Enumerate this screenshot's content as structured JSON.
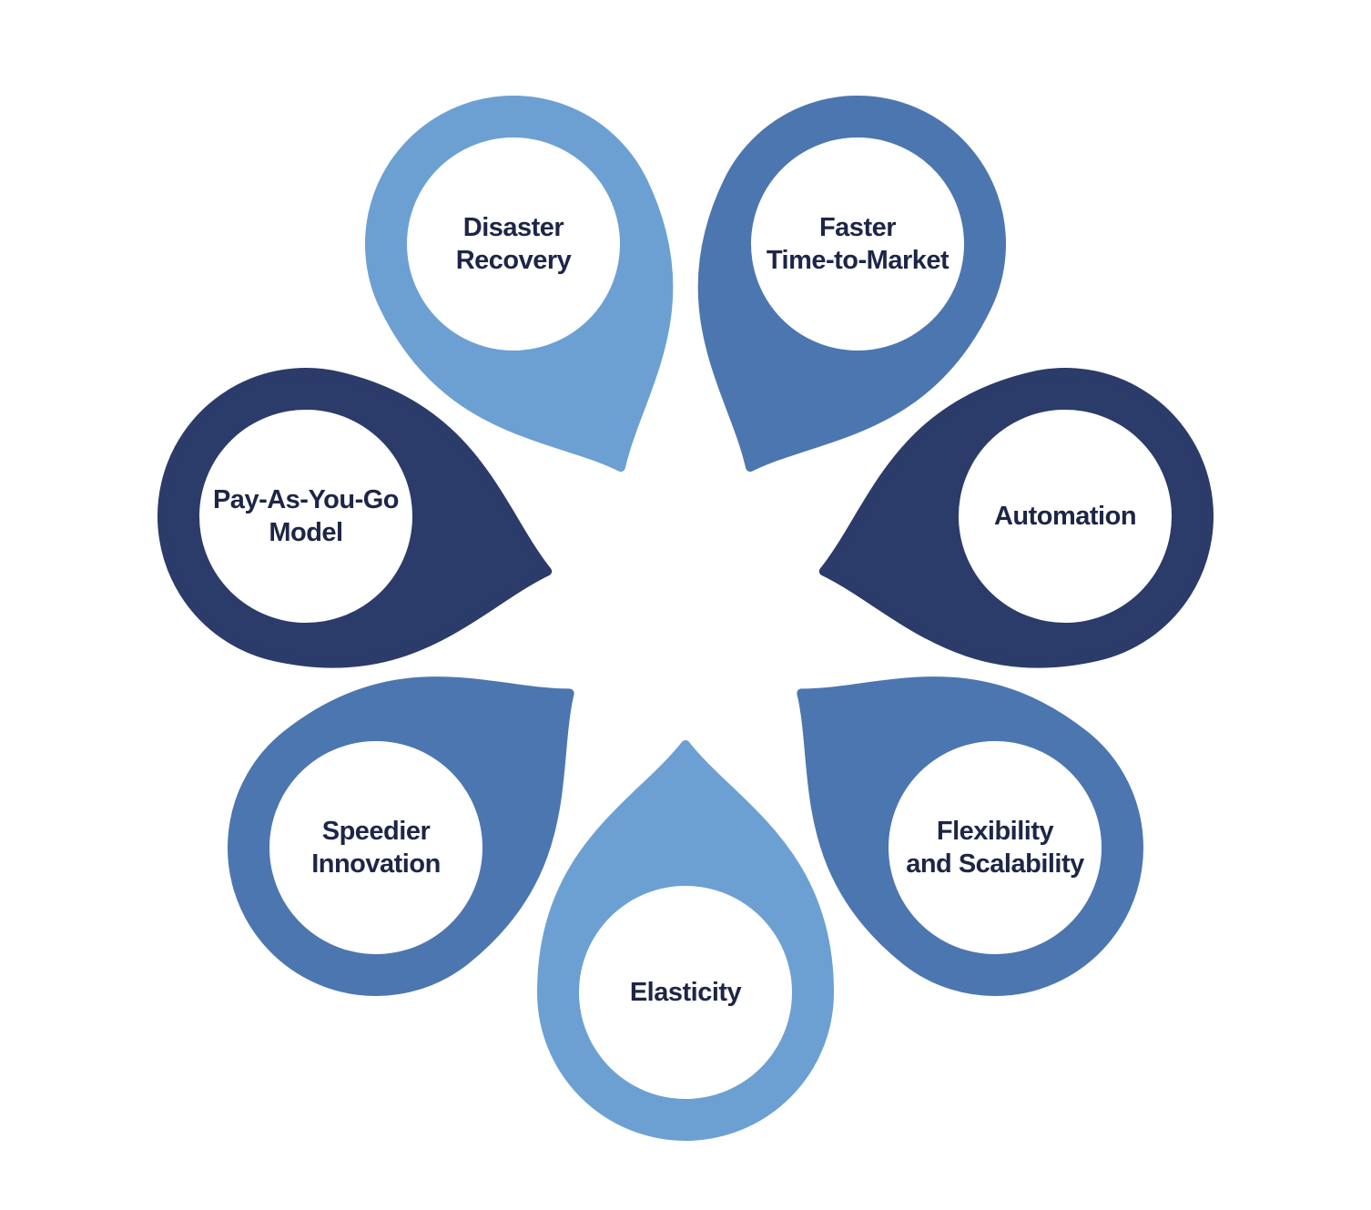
{
  "diagram": {
    "type": "radial-teardrop-pin-diagram",
    "background": "#FFFFFF",
    "label_color": "#1D2647",
    "palette": {
      "light_blue": "#6CA0D3",
      "medium_blue": "#4C76B0",
      "dark_navy": "#2B3B6A"
    },
    "pins": [
      {
        "id": "disaster-recovery",
        "label": "Disaster\nRecovery",
        "color": "#6CA0D3"
      },
      {
        "id": "faster-time-to-market",
        "label": "Faster\nTime-to-Market",
        "color": "#4C76B0"
      },
      {
        "id": "automation",
        "label": "Automation",
        "color": "#2B3B6A"
      },
      {
        "id": "flexibility-and-scalability",
        "label": "Flexibility\nand Scalability",
        "color": "#4C76B0"
      },
      {
        "id": "elasticity",
        "label": "Elasticity",
        "color": "#6CA0D3"
      },
      {
        "id": "speedier-innovation",
        "label": "Speedier\nInnovation",
        "color": "#4C76B0"
      },
      {
        "id": "pay-as-you-go-model",
        "label": "Pay-As-You-Go\nModel",
        "color": "#2B3B6A"
      }
    ]
  }
}
